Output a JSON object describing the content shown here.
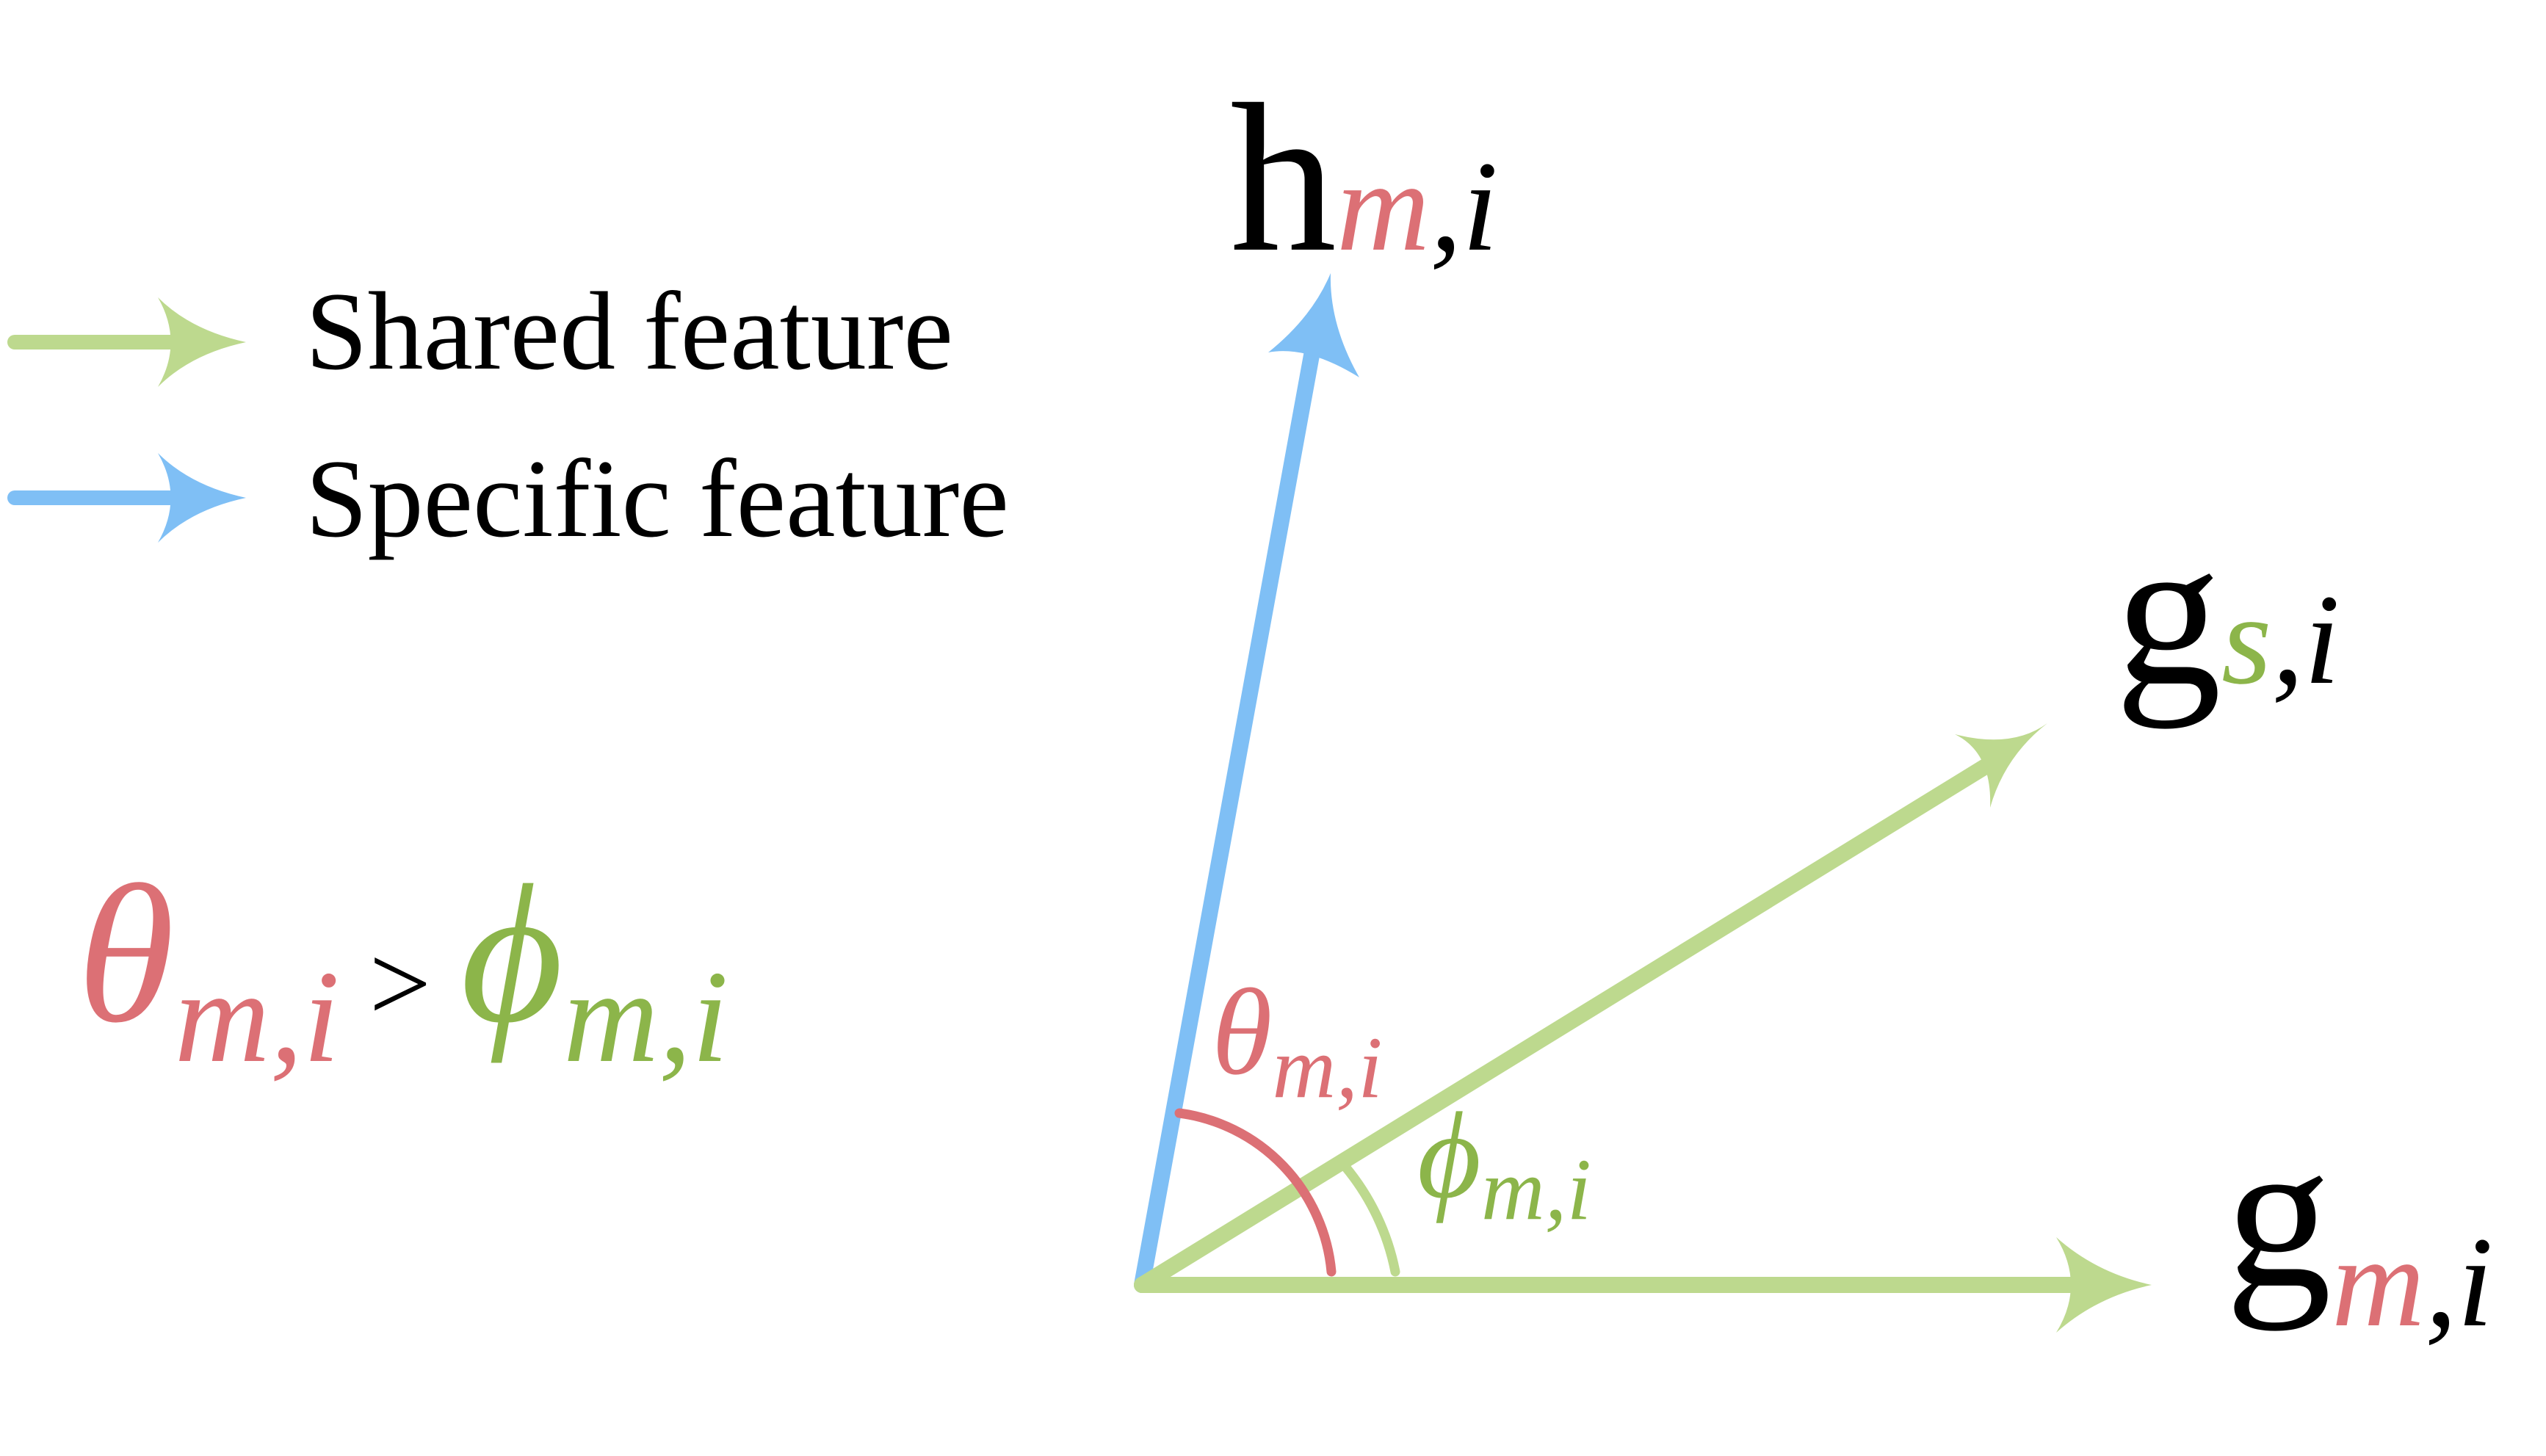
{
  "colors": {
    "shared": "#BDD98E",
    "specific": "#7FBFF5",
    "red": "#DC7075",
    "green_text": "#8CB54A",
    "black": "#000000"
  },
  "legend": {
    "shared_label": "Shared feature",
    "specific_label": "Specific feature"
  },
  "vectors": {
    "h": {
      "base": "h",
      "sub_main": "m",
      "sub_rest": ",i"
    },
    "gs": {
      "base": "g",
      "sub_main": "s",
      "sub_rest": ",i"
    },
    "gm": {
      "base": "g",
      "sub_main": "m",
      "sub_rest": ",i"
    }
  },
  "angles": {
    "theta": {
      "symbol": "θ",
      "sub": "m,i"
    },
    "phi": {
      "symbol": "ϕ",
      "sub": "m,i"
    }
  },
  "equation": {
    "lhs_symbol": "θ",
    "lhs_sub": "m,i",
    "operator": ">",
    "rhs_symbol": "ϕ",
    "rhs_sub": "m,i"
  }
}
